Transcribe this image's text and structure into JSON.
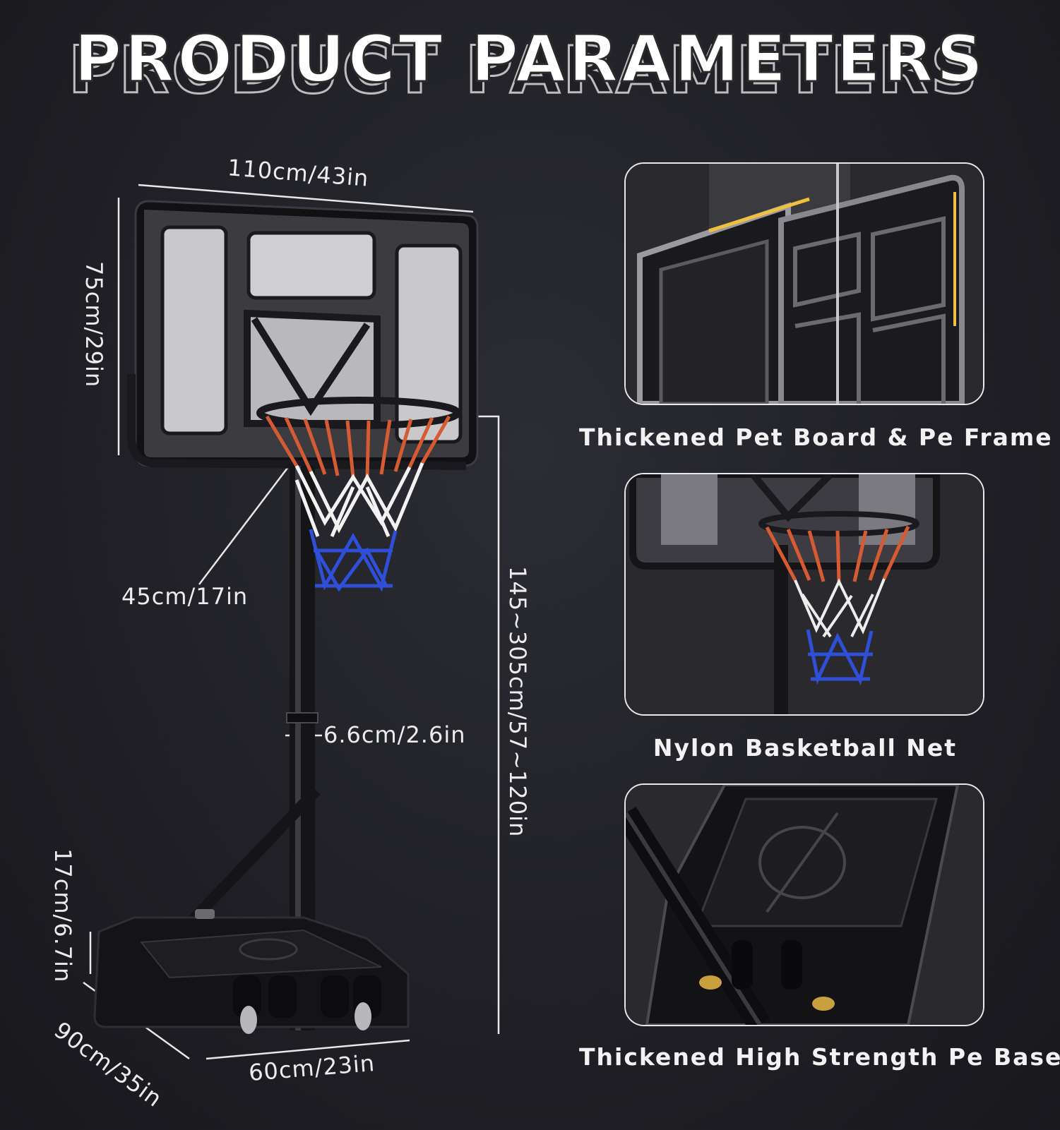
{
  "title": "PRODUCT PARAMETERS",
  "dimensions": {
    "board_width": "110cm/43in",
    "board_height": "75cm/29in",
    "rim_diameter": "45cm/17in",
    "pole_diameter": "6.6cm/2.6in",
    "height_range": "145~305cm/57~120in",
    "base_height": "17cm/6.7in",
    "base_depth": "90cm/35in",
    "base_width": "60cm/23in"
  },
  "features": [
    {
      "caption": "Thickened Pet Board & Pe Frame"
    },
    {
      "caption": "Nylon Basketball Net"
    },
    {
      "caption": "Thickened High Strength Pe Base"
    }
  ]
}
